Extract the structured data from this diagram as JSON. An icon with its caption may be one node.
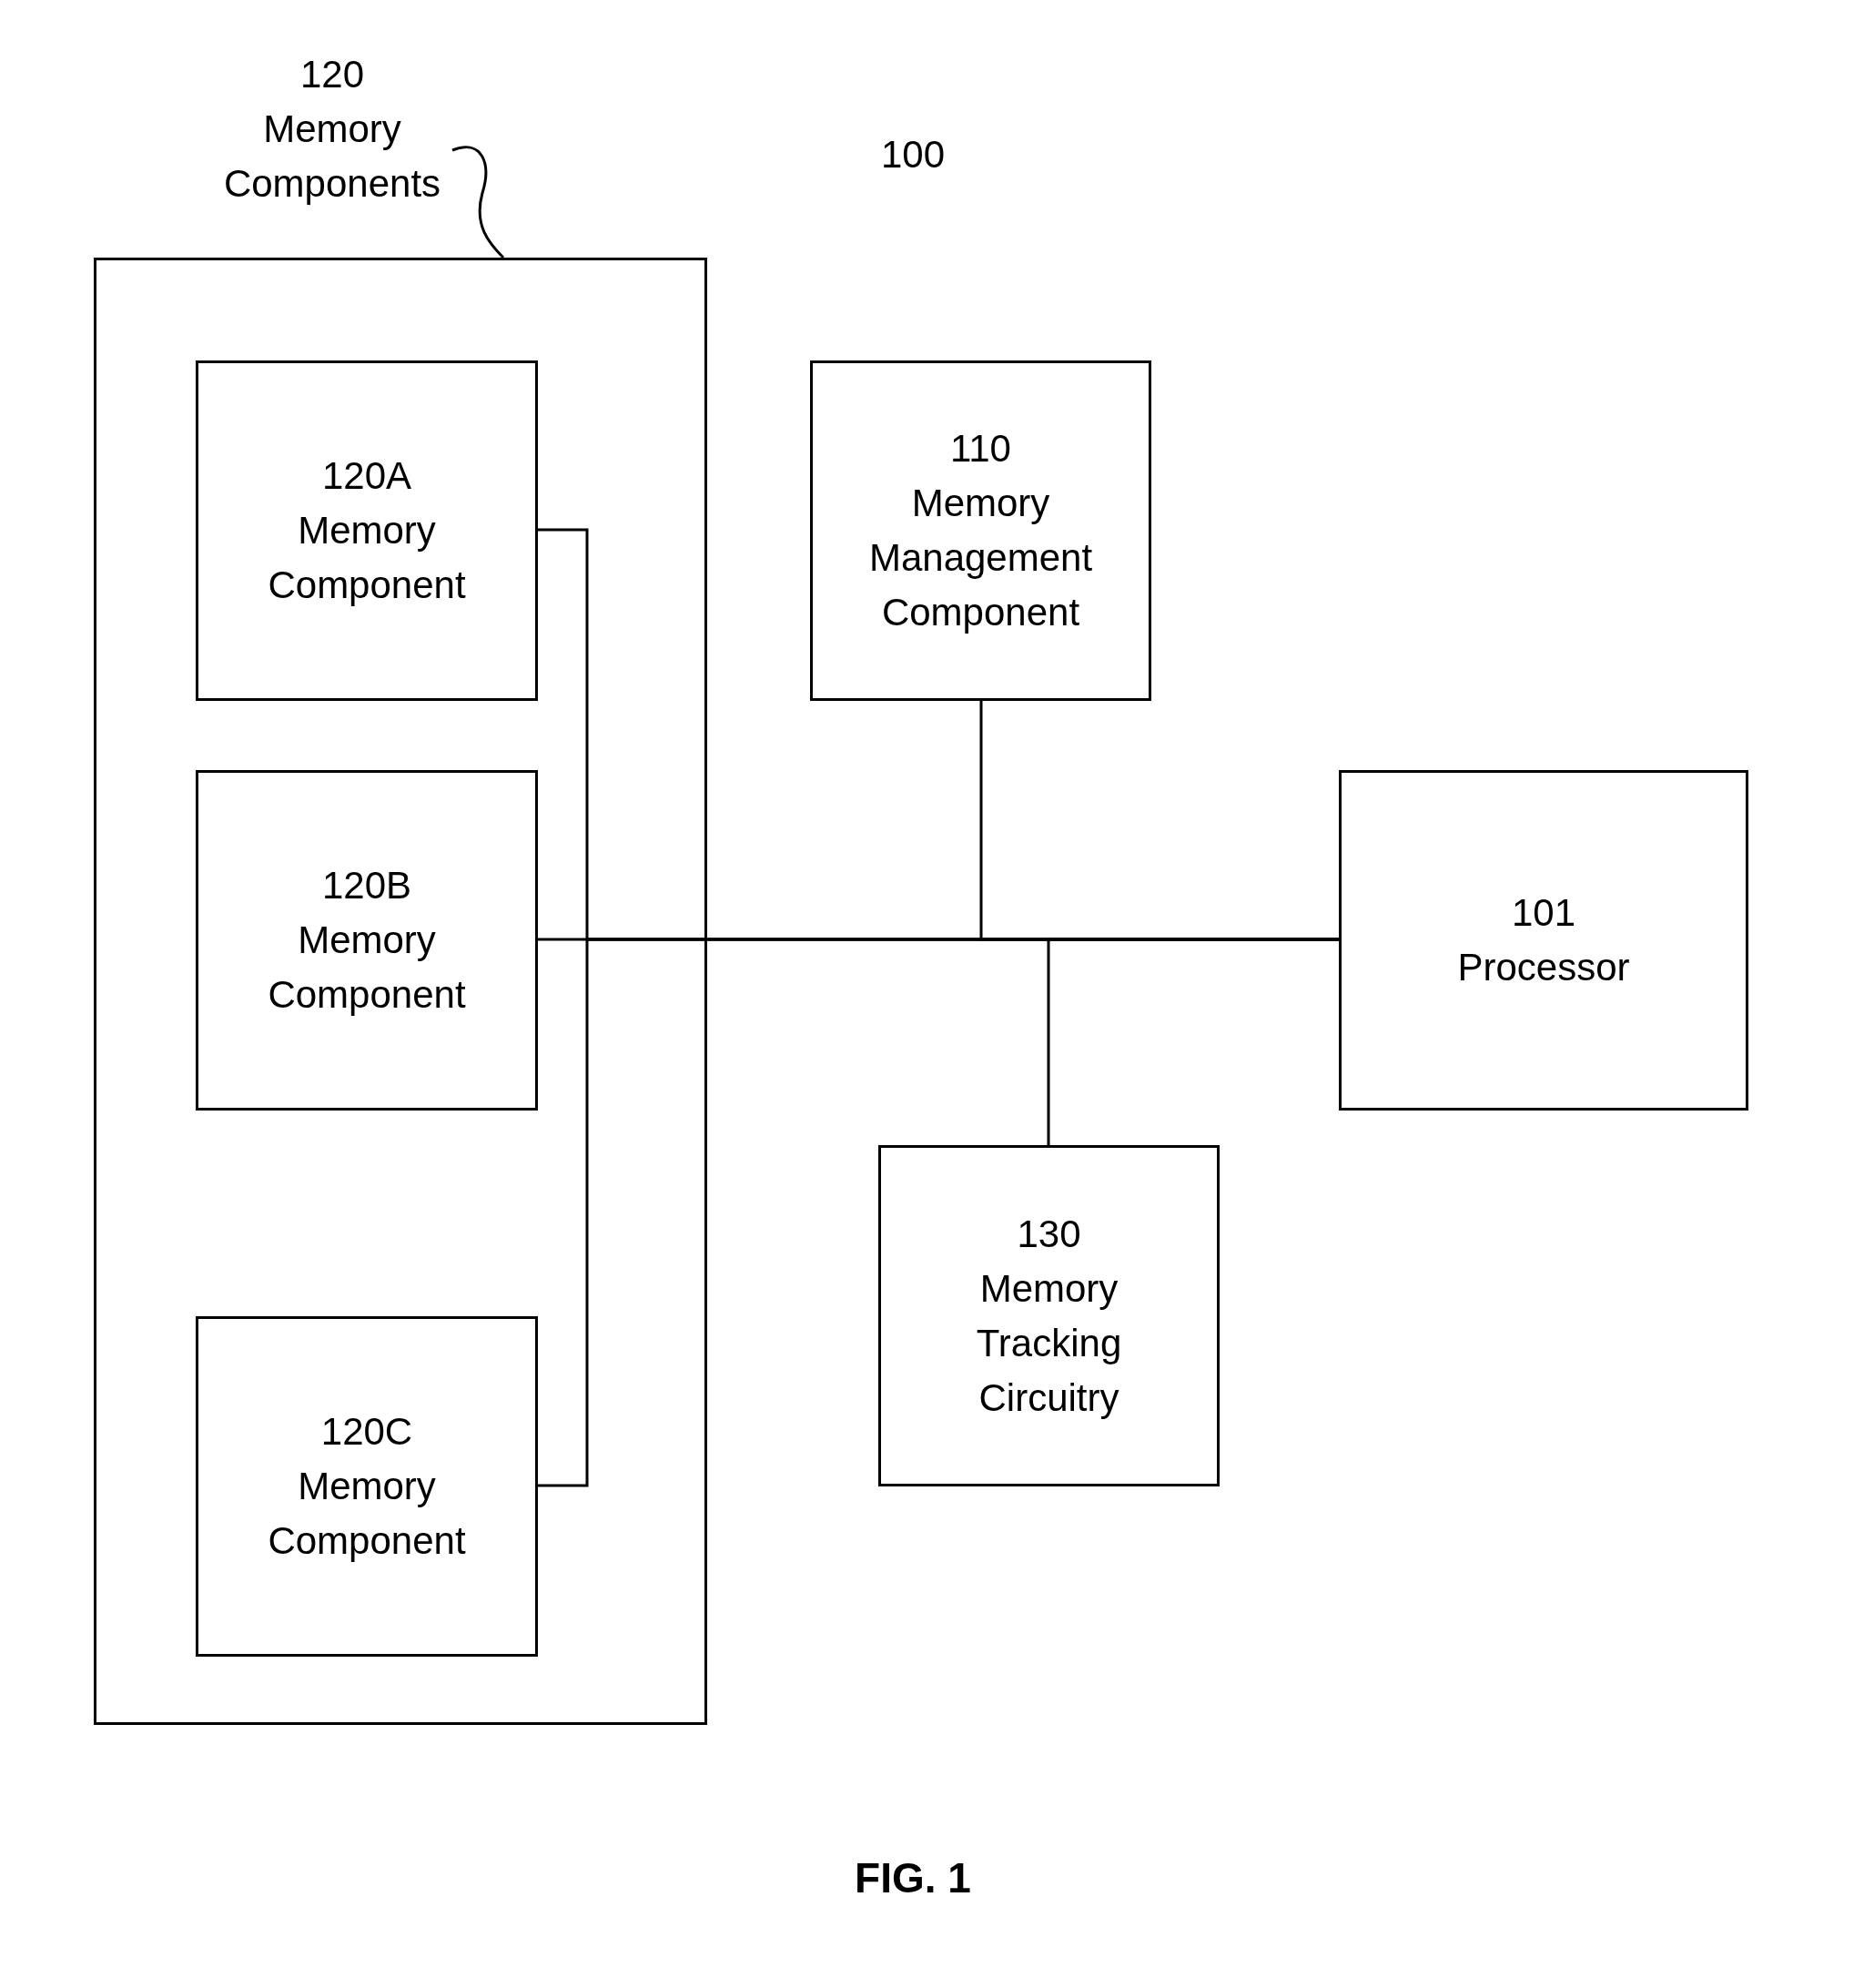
{
  "diagram": {
    "caption": "FIG. 1",
    "nodes": [
      {
        "text": [
          "120 Memory Components"
        ]
      },
      {
        "text": [
          "120A Memory Component"
        ],
        "in": 0
      },
      {
        "text": [
          "120B Memory Component"
        ],
        "in": 0
      },
      {
        "text": [
          "120C Memory Component"
        ],
        "in": 0
      },
      {
        "text": [
          "110 Memory Management Component"
        ]
      },
      {
        "text": [
          "101 Processor"
        ]
      },
      {
        "text": [
          "130 Memory Tracking Circuitry"
        ]
      }
    ],
    "edges": [
      {
        "from": 1,
        "to": 5,
        "arrow": "none"
      },
      {
        "from": 2,
        "to": 5,
        "arrow": "none"
      },
      {
        "from": 3,
        "to": 5,
        "arrow": "none"
      },
      {
        "from": 4,
        "to": 5,
        "arrow": "none"
      },
      {
        "from": 6,
        "to": 5,
        "arrow": "none"
      }
    ],
    "labels": [
      "100"
    ]
  }
}
